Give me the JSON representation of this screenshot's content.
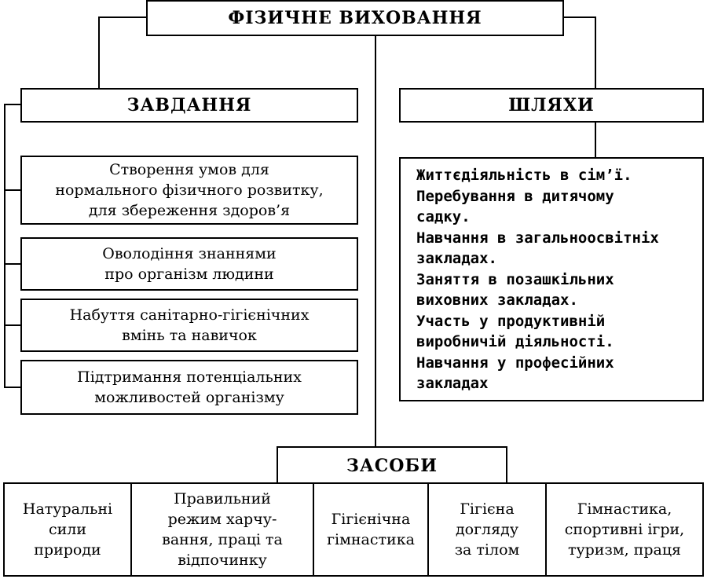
{
  "title": "ФІЗИЧНЕ ВИХОВАННЯ",
  "tasks": {
    "header": "ЗАВДАННЯ",
    "items": [
      "Створення умов для\nнормального фізичного розвитку,\nдля збереження здоров’я",
      "Оволодіння знаннями\nпро організм  людини",
      "Набуття санітарно-гігієнічних\nвмінь та навичок",
      "Підтримання потенціальних\nможливостей організму"
    ]
  },
  "ways": {
    "header": "ШЛЯХИ",
    "items": [
      "Життєдіяльність в сім’ї.",
      "Перебування в дитячому\nсадку.",
      "Навчання в загальноосвітніх\nзакладах.",
      "Заняття в позашкільних\nвиховних закладах.",
      "Участь у продуктивній\nвиробничій діяльності.",
      "Навчання у професійних\nзакладах"
    ]
  },
  "means": {
    "header": "ЗАСОБИ",
    "items": [
      "Натуральні\nсили\nприроди",
      "Правильний\nрежим харчу-\nвання, праці та\nвідпочинку",
      "Гігієнічна\nгімнастика",
      "Гігієна\nдогляду\nза тілом",
      "Гімнастика,\nспортивні ігри,\nтуризм, праця"
    ]
  }
}
